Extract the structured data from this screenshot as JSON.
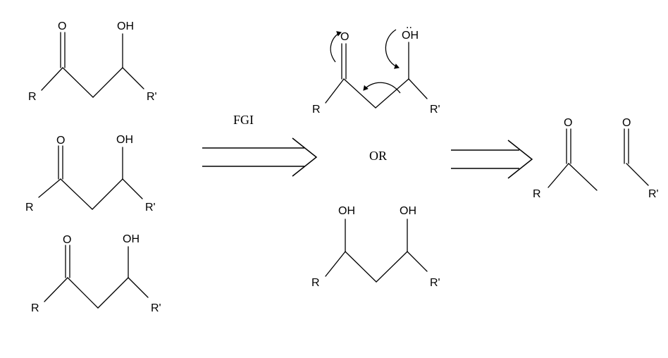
{
  "labels": {
    "fgi": "FGI",
    "or": "OR",
    "oxygen": "O",
    "hydroxyl": "OH",
    "r": "R",
    "r_prime": "R'",
    "lone_pair": ".."
  },
  "colors": {
    "ink": "#000000",
    "background": "#ffffff"
  }
}
